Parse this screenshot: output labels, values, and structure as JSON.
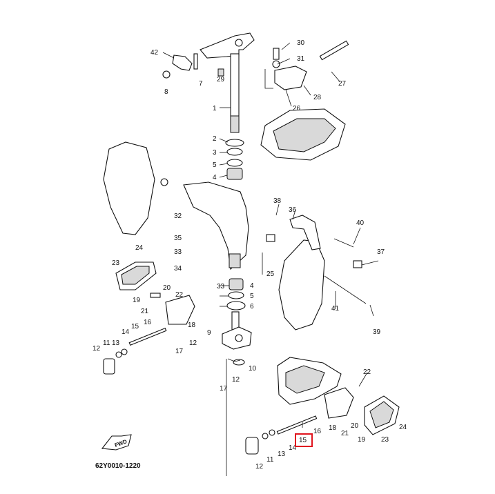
{
  "diagram": {
    "code": "62Y0010-1220",
    "fwd_label": "FWD",
    "highlight": "15",
    "callouts": [
      {
        "id": "c1",
        "text": "1"
      },
      {
        "id": "c2",
        "text": "2"
      },
      {
        "id": "c3",
        "text": "3"
      },
      {
        "id": "c4a",
        "text": "4"
      },
      {
        "id": "c4b",
        "text": "4"
      },
      {
        "id": "c5a",
        "text": "5"
      },
      {
        "id": "c5b",
        "text": "5"
      },
      {
        "id": "c6",
        "text": "6"
      },
      {
        "id": "c7",
        "text": "7"
      },
      {
        "id": "c8",
        "text": "8"
      },
      {
        "id": "c9",
        "text": "9"
      },
      {
        "id": "c10",
        "text": "10"
      },
      {
        "id": "c11a",
        "text": "11"
      },
      {
        "id": "c11b",
        "text": "11"
      },
      {
        "id": "c12a",
        "text": "12"
      },
      {
        "id": "c12b",
        "text": "12"
      },
      {
        "id": "c12c",
        "text": "12"
      },
      {
        "id": "c12d",
        "text": "12"
      },
      {
        "id": "c13a",
        "text": "13"
      },
      {
        "id": "c13b",
        "text": "13"
      },
      {
        "id": "c14a",
        "text": "14"
      },
      {
        "id": "c14b",
        "text": "14"
      },
      {
        "id": "c15a",
        "text": "15"
      },
      {
        "id": "c15b",
        "text": "15"
      },
      {
        "id": "c16a",
        "text": "16"
      },
      {
        "id": "c16b",
        "text": "16"
      },
      {
        "id": "c17a",
        "text": "17"
      },
      {
        "id": "c17b",
        "text": "17"
      },
      {
        "id": "c18a",
        "text": "18"
      },
      {
        "id": "c18b",
        "text": "18"
      },
      {
        "id": "c19a",
        "text": "19"
      },
      {
        "id": "c19b",
        "text": "19"
      },
      {
        "id": "c20a",
        "text": "20"
      },
      {
        "id": "c20b",
        "text": "20"
      },
      {
        "id": "c21a",
        "text": "21"
      },
      {
        "id": "c21b",
        "text": "21"
      },
      {
        "id": "c22a",
        "text": "22"
      },
      {
        "id": "c22b",
        "text": "22"
      },
      {
        "id": "c23a",
        "text": "23"
      },
      {
        "id": "c23b",
        "text": "23"
      },
      {
        "id": "c24a",
        "text": "24"
      },
      {
        "id": "c24b",
        "text": "24"
      },
      {
        "id": "c25",
        "text": "25"
      },
      {
        "id": "c26",
        "text": "26"
      },
      {
        "id": "c27",
        "text": "27"
      },
      {
        "id": "c28",
        "text": "28"
      },
      {
        "id": "c29",
        "text": "29"
      },
      {
        "id": "c30",
        "text": "30"
      },
      {
        "id": "c31",
        "text": "31"
      },
      {
        "id": "c32",
        "text": "32"
      },
      {
        "id": "c33a",
        "text": "33"
      },
      {
        "id": "c33b",
        "text": "33"
      },
      {
        "id": "c34",
        "text": "34"
      },
      {
        "id": "c35",
        "text": "35"
      },
      {
        "id": "c36",
        "text": "36"
      },
      {
        "id": "c37",
        "text": "37"
      },
      {
        "id": "c38",
        "text": "38"
      },
      {
        "id": "c39",
        "text": "39"
      },
      {
        "id": "c40",
        "text": "40"
      },
      {
        "id": "c41",
        "text": "41"
      },
      {
        "id": "c42",
        "text": "42"
      }
    ]
  }
}
